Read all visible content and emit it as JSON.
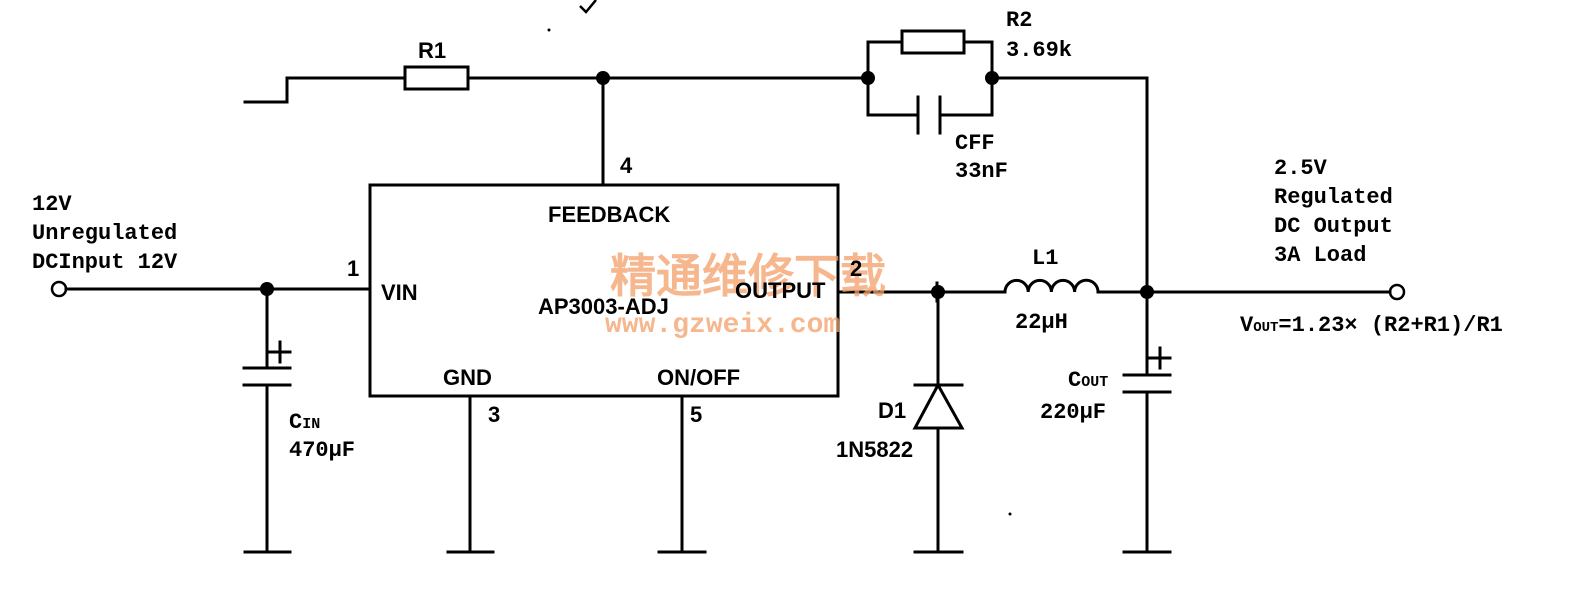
{
  "chip": {
    "part": "AP3003-ADJ",
    "pin_feedback": "FEEDBACK",
    "pin_vin": "VIN",
    "pin_output": "OUTPUT",
    "pin_gnd": "GND",
    "pin_onoff": "ON/OFF",
    "pin1": "1",
    "pin2": "2",
    "pin3": "3",
    "pin4": "4",
    "pin5": "5"
  },
  "input": {
    "line1": "12V",
    "line2": "Unregulated",
    "line3": "DCInput 12V"
  },
  "output": {
    "line1": "2.5V",
    "line2": "Regulated",
    "line3": "DC Output",
    "line4": "3A Load"
  },
  "formula": {
    "v": "V",
    "sub": "OUT",
    "rest": "=1.23× (R2+R1)/R1"
  },
  "r1": {
    "name": "R1"
  },
  "r2": {
    "name": "R2",
    "value": "3.69k"
  },
  "cff": {
    "name": "CFF",
    "value": "33nF"
  },
  "l1": {
    "name": "L1",
    "value": "22μH"
  },
  "d1": {
    "name": "D1",
    "value": "1N5822"
  },
  "cin": {
    "name_main": "C",
    "name_sub": "IN",
    "value": "470μF"
  },
  "cout": {
    "name_main": "C",
    "name_sub": "OUT",
    "value": "220μF"
  },
  "watermark": {
    "cn": "精通维修下载",
    "url": "www.gzweix.com"
  }
}
